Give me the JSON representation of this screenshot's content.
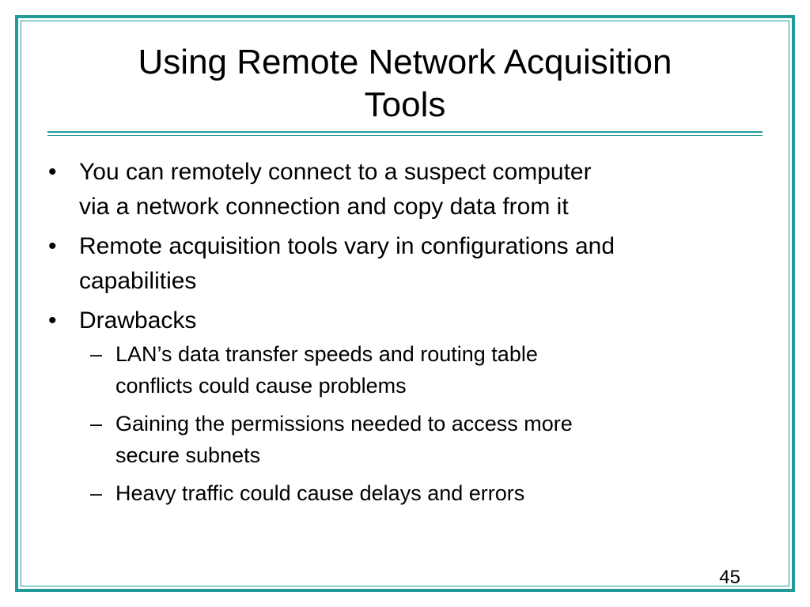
{
  "slide": {
    "title_lines": [
      "Using Remote Network Acquisition",
      "Tools"
    ],
    "bullets": [
      {
        "marker": "•",
        "text_lines": [
          "You can remotely connect to a suspect computer",
          "via a network connection and copy data from it"
        ]
      },
      {
        "marker": "•",
        "text_lines": [
          "Remote acquisition tools vary in configurations and",
          "capabilities"
        ]
      },
      {
        "marker": "•",
        "text_lines": [
          "Drawbacks"
        ]
      }
    ],
    "sub_bullets": [
      {
        "marker": "–",
        "text_lines": [
          "LAN’s data transfer speeds and routing table",
          "conflicts could cause problems"
        ]
      },
      {
        "marker": "–",
        "text_lines": [
          "Gaining the permissions needed to access more",
          "secure subnets"
        ]
      },
      {
        "marker": "–",
        "text_lines": [
          "Heavy traffic could cause delays and errors"
        ]
      }
    ],
    "page_number": "45",
    "colors": {
      "frame": "#229a9a",
      "text": "#000000",
      "background": "#ffffff"
    }
  }
}
